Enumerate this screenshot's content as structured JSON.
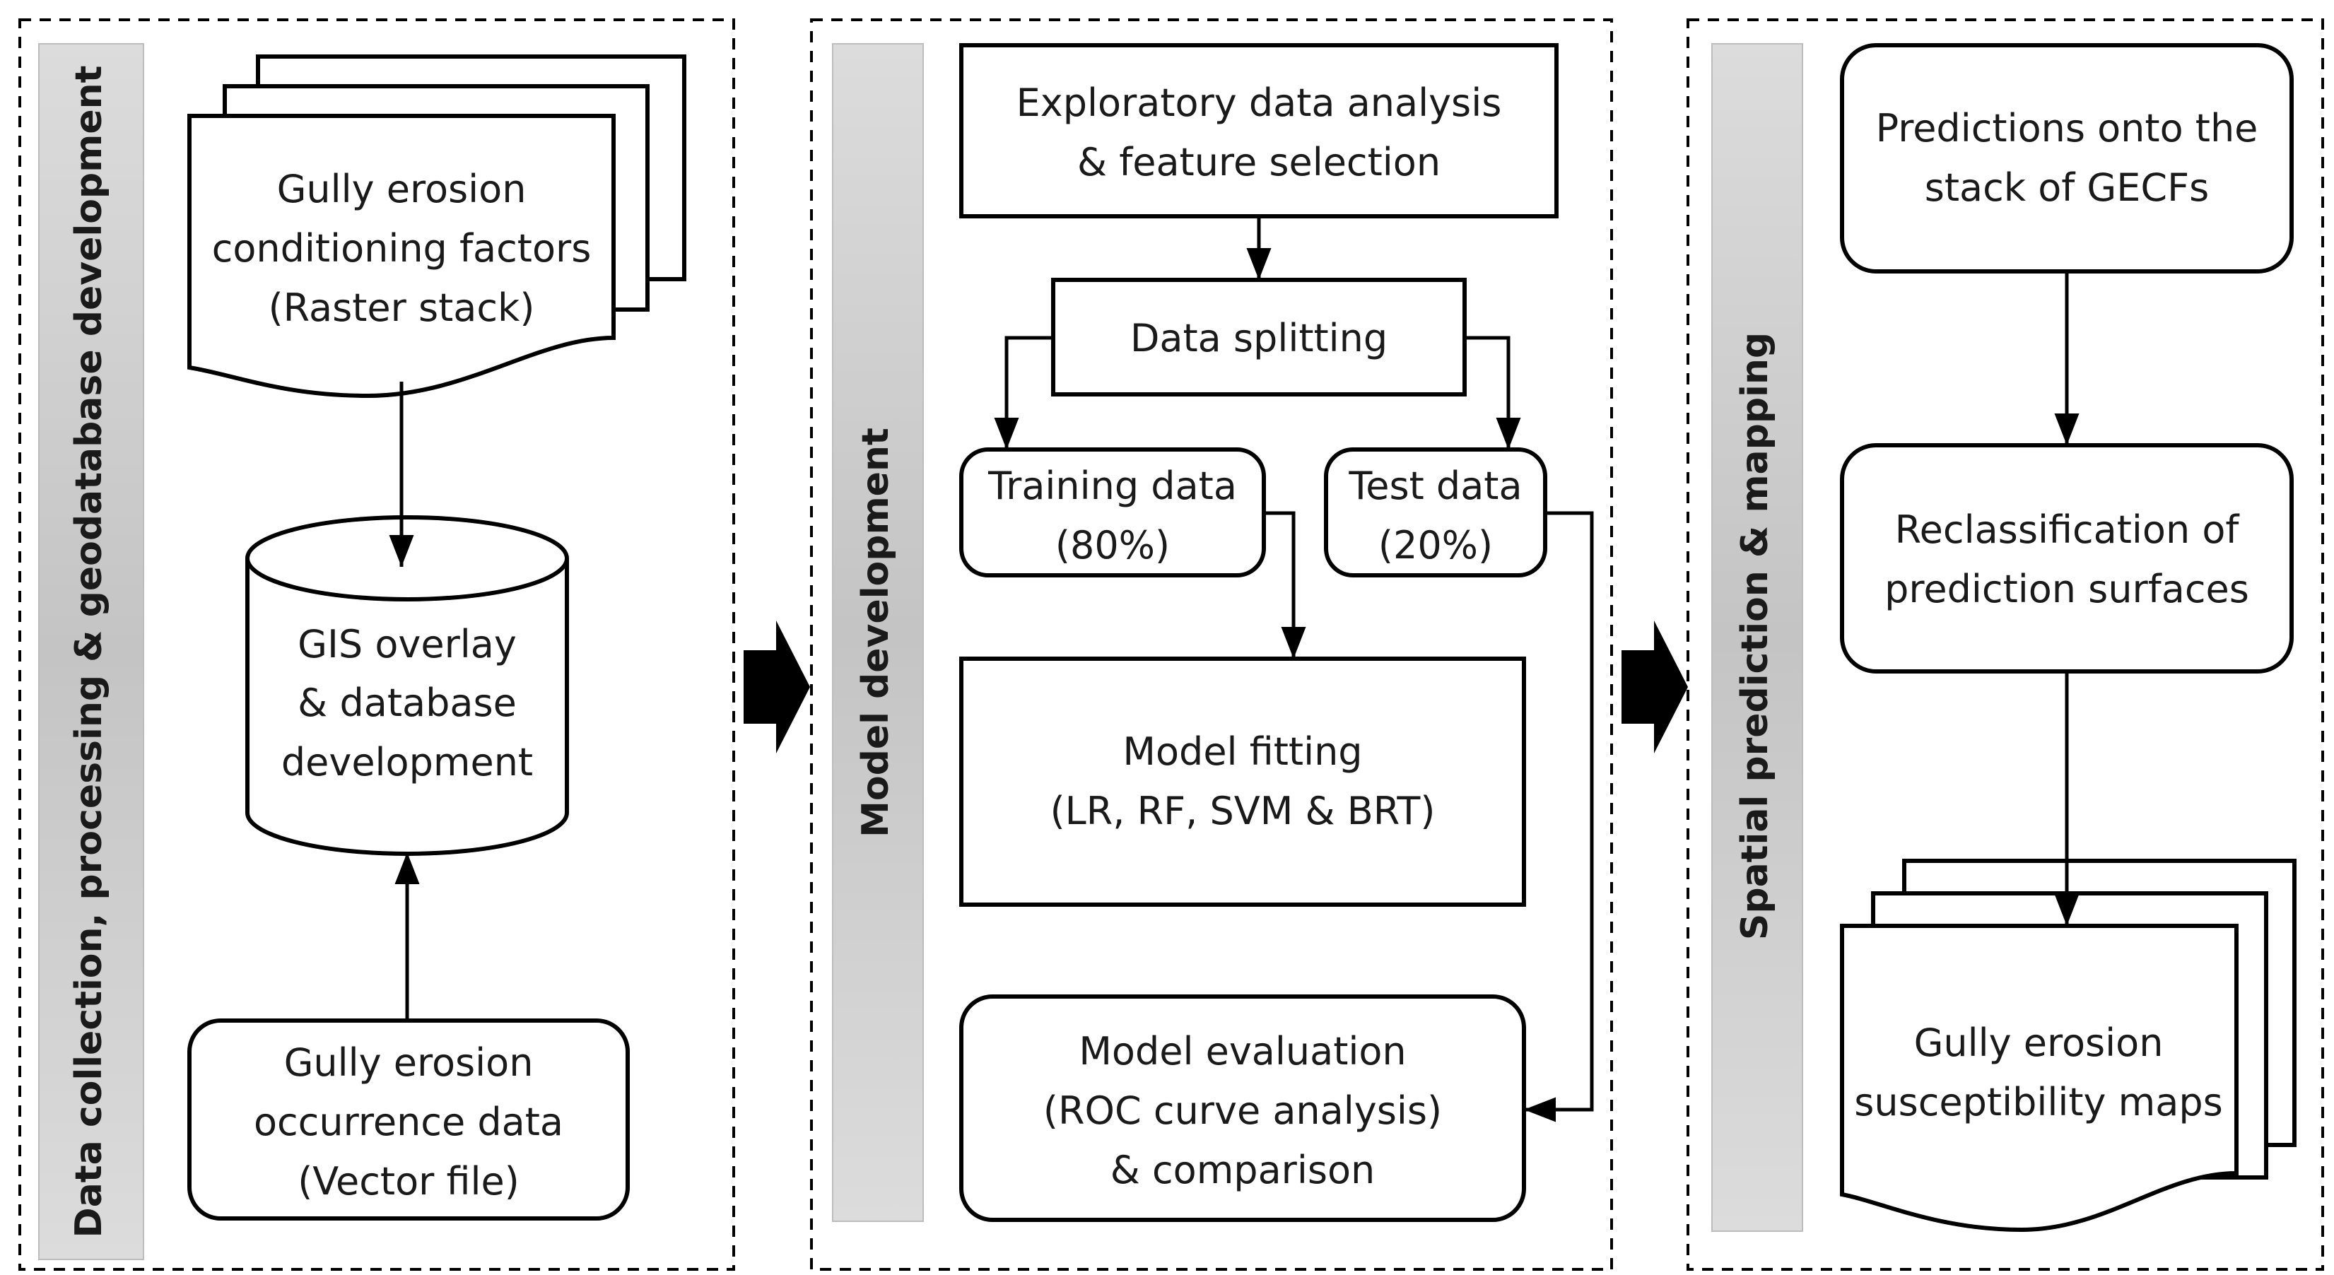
{
  "panels": [
    {
      "label": "Data collection, processing & geodatabase development",
      "nodes": {
        "raster": [
          "Gully erosion",
          "conditioning factors",
          "(Raster stack)"
        ],
        "gis": [
          "GIS overlay",
          "& database",
          "development"
        ],
        "occurrence": [
          "Gully erosion",
          "occurrence data",
          "(Vector file)"
        ]
      }
    },
    {
      "label": "Model development",
      "nodes": {
        "eda": [
          "Exploratory data analysis",
          "& feature selection"
        ],
        "split": [
          "Data splitting"
        ],
        "training": [
          "Training data",
          "(80%)"
        ],
        "test": [
          "Test data",
          "(20%)"
        ],
        "fitting": [
          "Model fitting",
          "(LR, RF, SVM & BRT)"
        ],
        "evaluation": [
          "Model evaluation",
          "(ROC curve analysis)",
          "& comparison"
        ]
      }
    },
    {
      "label": "Spatial prediction & mapping",
      "nodes": {
        "predictions": [
          "Predictions onto the",
          "stack of GECFs"
        ],
        "reclass": [
          "Reclassification of",
          "prediction surfaces"
        ],
        "maps": [
          "Gully erosion",
          "susceptibility maps"
        ]
      }
    }
  ]
}
